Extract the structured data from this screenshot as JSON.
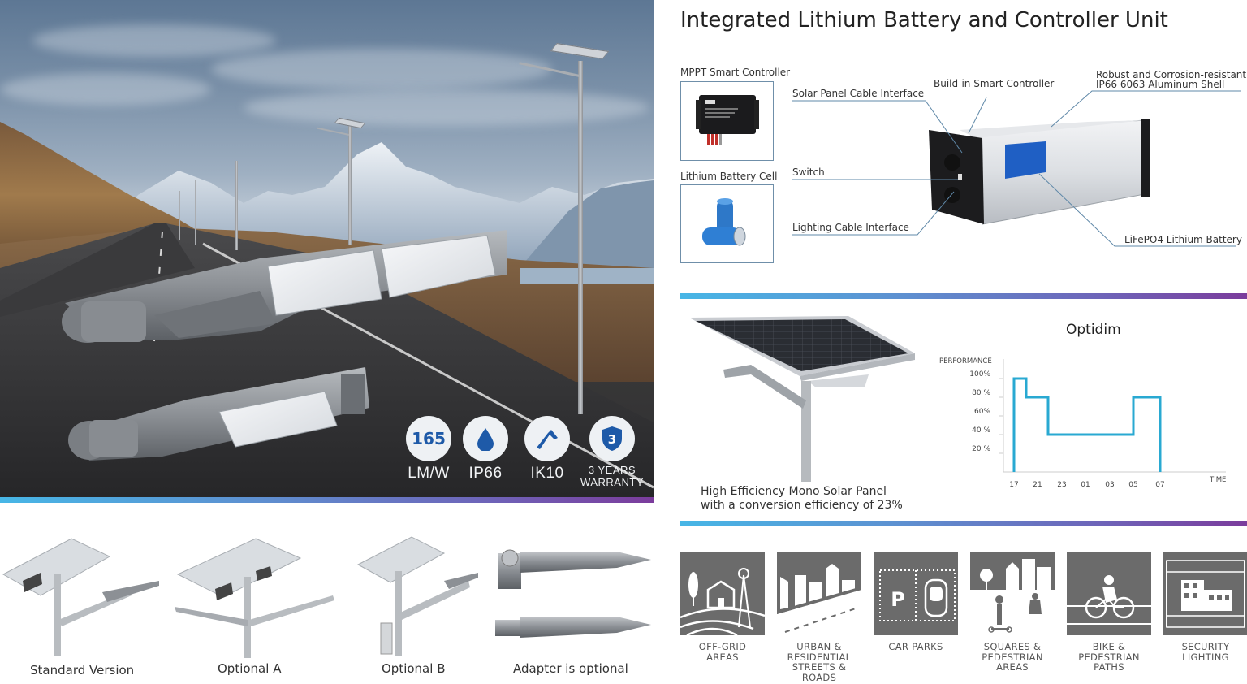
{
  "hero": {
    "scene": "mountain road with solar street lights",
    "badges": [
      {
        "icon": "lumen-efficacy-icon",
        "value": "165",
        "label": "LM/W"
      },
      {
        "icon": "water-drop-icon",
        "value": "",
        "label": "IP66"
      },
      {
        "icon": "hammer-impact-icon",
        "value": "",
        "label": "IK10"
      },
      {
        "icon": "shield-warranty-icon",
        "value": "3",
        "label_line1": "3 YEARS",
        "label_line2": "WARRANTY"
      }
    ]
  },
  "variants": [
    {
      "label": "Standard Version"
    },
    {
      "label": "Optional A"
    },
    {
      "label": "Optional B"
    },
    {
      "label": "Adapter is optional"
    }
  ],
  "battery_unit": {
    "title": "Integrated Lithium Battery and Controller Unit",
    "thumbnails": [
      {
        "label": "MPPT Smart Controller",
        "icon": "mppt-controller-image"
      },
      {
        "label": "Lithium Battery Cell",
        "icon": "battery-cell-image"
      }
    ],
    "callouts": {
      "solar_panel_cable": "Solar Panel Cable Interface",
      "build_in_controller": "Build-in Smart Controller",
      "shell_line1": "Robust and Corrosion-resistant",
      "shell_line2": "IP66 6063 Aluminum Shell",
      "switch": "Switch",
      "lighting_cable": "Lighting Cable Interface",
      "lifepo4": "LiFePO4 Lithium Battery"
    }
  },
  "solar_panel": {
    "caption_line1": "High Efficiency Mono Solar Panel",
    "caption_line2": "with a conversion efficiency of 23%"
  },
  "chart_data": {
    "type": "line",
    "title": "Optidim",
    "xlabel": "TIME",
    "ylabel": "PERFORMANCE",
    "categories": [
      "17",
      "21",
      "23",
      "01",
      "03",
      "05",
      "07"
    ],
    "y_ticks": [
      "100%",
      "80 %",
      "60%",
      "40 %",
      "20 %"
    ],
    "ylim": [
      0,
      100
    ],
    "step": true,
    "series": [
      {
        "name": "Performance",
        "color": "#29a9d2",
        "points": [
          {
            "x": "17",
            "y": 0
          },
          {
            "x": "17",
            "y": 100
          },
          {
            "x": "19",
            "y": 100
          },
          {
            "x": "19",
            "y": 80
          },
          {
            "x": "22",
            "y": 80
          },
          {
            "x": "22",
            "y": 40
          },
          {
            "x": "05",
            "y": 40
          },
          {
            "x": "05",
            "y": 80
          },
          {
            "x": "07",
            "y": 80
          },
          {
            "x": "07",
            "y": 0
          }
        ]
      }
    ],
    "grid": false
  },
  "applications": [
    {
      "icon": "off-grid-farm-icon",
      "line1": "OFF-GRID",
      "line2": "AREAS",
      "line3": "",
      "line4": ""
    },
    {
      "icon": "urban-city-street-icon",
      "line1": "URBAN &",
      "line2": "RESIDENTIAL",
      "line3": "STREETS &",
      "line4": "ROADS"
    },
    {
      "icon": "car-park-icon",
      "line1": "CAR PARKS",
      "line2": "",
      "line3": "",
      "line4": ""
    },
    {
      "icon": "pedestrian-square-icon",
      "line1": "SQUARES &",
      "line2": "PEDESTRIAN",
      "line3": "AREAS",
      "line4": ""
    },
    {
      "icon": "bike-path-icon",
      "line1": "BIKE &",
      "line2": "PEDESTRIAN",
      "line3": "PATHS",
      "line4": ""
    },
    {
      "icon": "security-building-icon",
      "line1": "SECURITY",
      "line2": "LIGHTING",
      "line3": "",
      "line4": ""
    }
  ],
  "colors": {
    "gradient_start": "#47b6e6",
    "gradient_end": "#7b3c9c",
    "badge_blue": "#1e5aa8",
    "chart_line": "#29a9d2",
    "tile_gray": "#6b6b6b",
    "battery_blue": "#1f5fc4"
  }
}
